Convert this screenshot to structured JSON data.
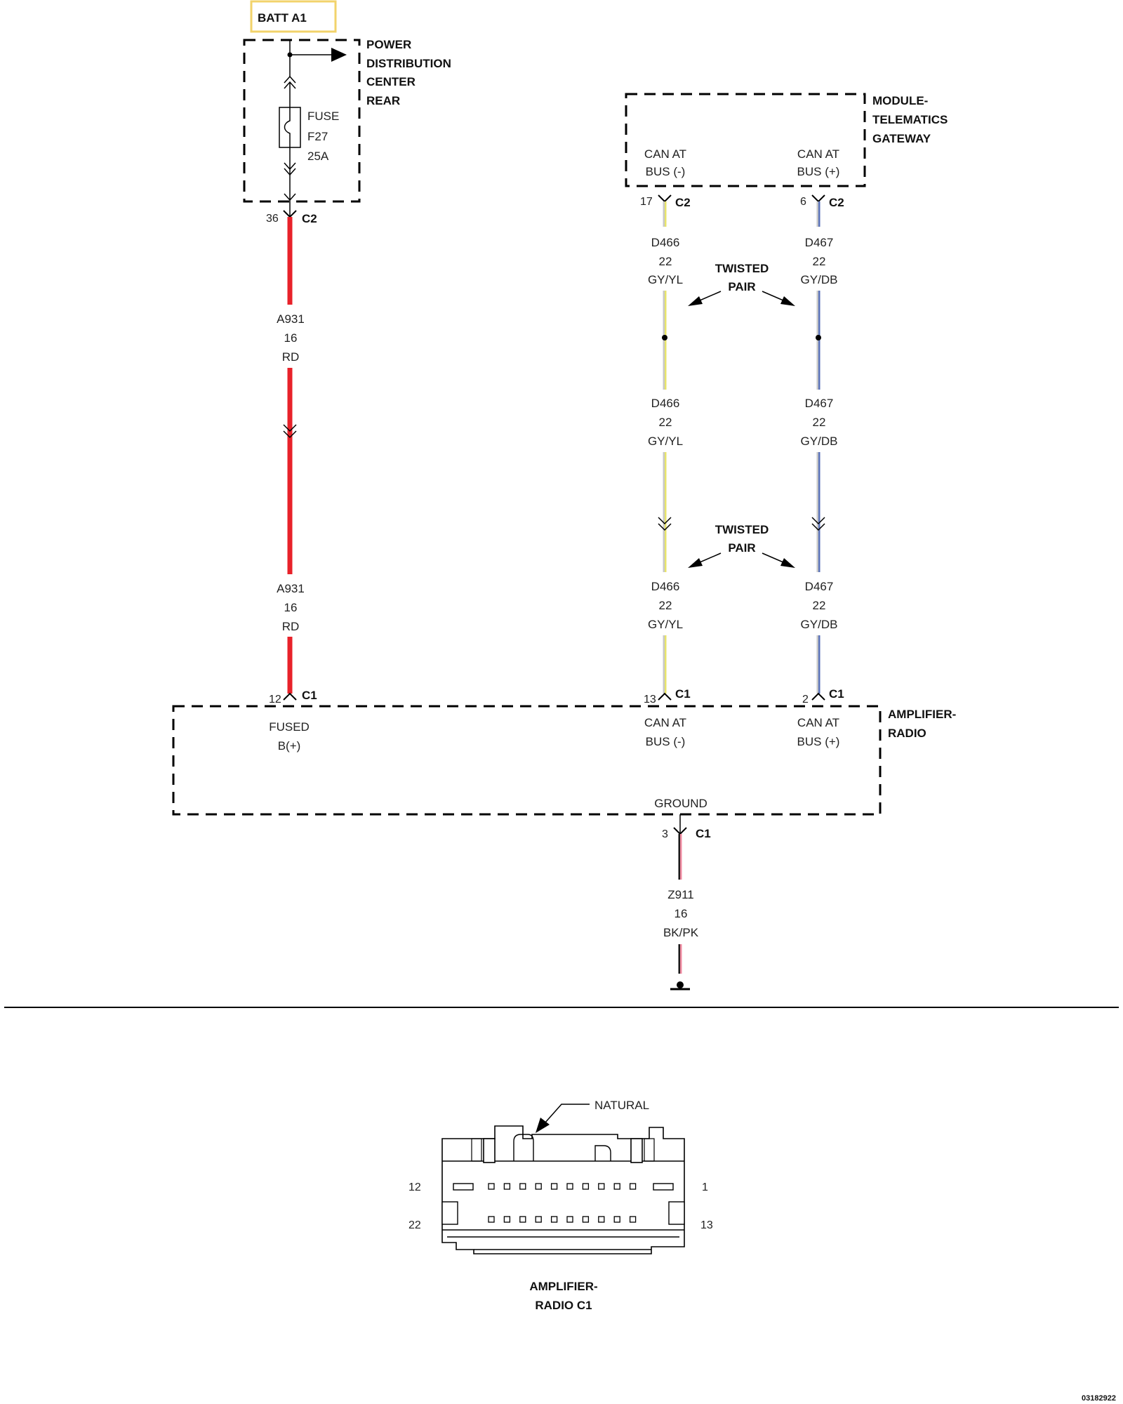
{
  "batt": {
    "label": "BATT A1",
    "border_color": "#f2d36b"
  },
  "pdc": {
    "lines": [
      "POWER",
      "DISTRIBUTION",
      "CENTER",
      "REAR"
    ],
    "fuse": [
      "FUSE",
      "F27",
      "25A"
    ],
    "pin": "36",
    "connector": "C2"
  },
  "wire_a931": {
    "circuit": "A931",
    "gauge": "16",
    "color_code": "RD",
    "color": "#e8222a"
  },
  "tgw": {
    "lines": [
      "MODULE-",
      "TELEMATICS",
      "GATEWAY"
    ],
    "bus_minus": [
      "CAN AT",
      "BUS (-)"
    ],
    "bus_plus": [
      "CAN AT",
      "BUS (+)"
    ],
    "pin_minus": "17",
    "pin_plus": "6",
    "connector": "C2"
  },
  "wire_d466": {
    "circuit": "D466",
    "gauge": "22",
    "color_code": "GY/YL",
    "color_a": "#c8c8c8",
    "color_b": "#e8e46a"
  },
  "wire_d467": {
    "circuit": "D467",
    "gauge": "22",
    "color_code": "GY/DB",
    "color_a": "#c8c8c8",
    "color_b": "#5a72b8"
  },
  "twisted": [
    "TWISTED",
    "PAIR"
  ],
  "amp": {
    "lines": [
      "AMPLIFIER-",
      "RADIO"
    ],
    "fused": [
      "FUSED",
      "B(+)"
    ],
    "bus_minus": [
      "CAN AT",
      "BUS (-)"
    ],
    "bus_plus": [
      "CAN AT",
      "BUS (+)"
    ],
    "ground": "GROUND",
    "pin_fused": "12",
    "pin_minus": "13",
    "pin_plus": "2",
    "pin_ground": "3",
    "connector": "C1"
  },
  "wire_z911": {
    "circuit": "Z911",
    "gauge": "16",
    "color_code": "BK/PK",
    "color_a": "#1a1a1a",
    "color_b": "#f08aa0"
  },
  "connector_view": {
    "natural": "NATURAL",
    "pin_12": "12",
    "pin_1": "1",
    "pin_22": "22",
    "pin_13": "13",
    "title": [
      "AMPLIFIER-",
      "RADIO C1"
    ]
  },
  "doc_id": "03182922"
}
